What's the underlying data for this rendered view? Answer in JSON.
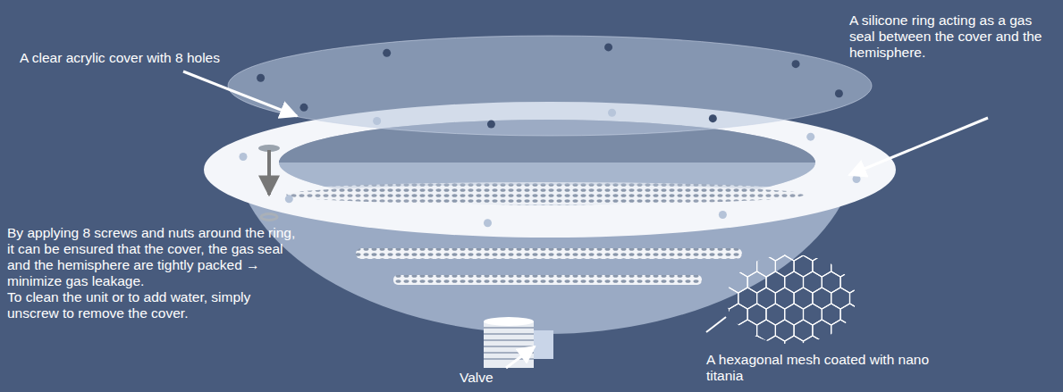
{
  "diagram": {
    "labels": [
      "A clear acrylic cover with 8 holes",
      "A silicone ring acting as a gas seal between the cover and the hemisphere.",
      "By applying 8 screws and nuts around the ring, it can be ensured that the cover, the gas seal and the hemisphere are tightly packed → minimize gas leakage.",
      "To clean the unit or to add water, simply unscrew to remove the cover.",
      "Valve",
      "A hexagonal mesh coated with nano titania"
    ]
  }
}
